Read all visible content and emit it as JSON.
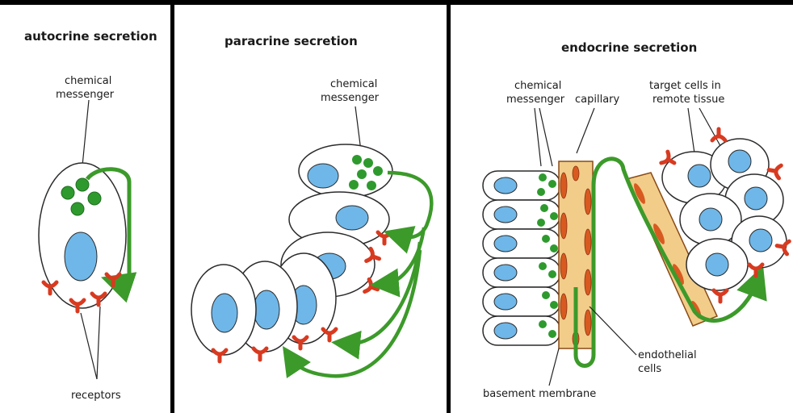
{
  "panels": {
    "autocrine": {
      "title": "autocrine secretion",
      "messenger_line1": "chemical",
      "messenger_line2": "messenger",
      "receptors": "receptors"
    },
    "paracrine": {
      "title": "paracrine secretion",
      "messenger_line1": "chemical",
      "messenger_line2": "messenger"
    },
    "endocrine": {
      "title": "endocrine secretion",
      "messenger_line1": "chemical",
      "messenger_line2": "messenger",
      "capillary": "capillary",
      "target_line1": "target cells in",
      "target_line2": "remote tissue",
      "endothelial_line1": "endothelial",
      "endothelial_line2": "cells",
      "basement": "basement membrane"
    }
  },
  "colors": {
    "border": "#000000",
    "cell_outline": "#2b2b2b",
    "nucleus": "#6fb7e8",
    "messenger": "#2e9a2e",
    "arrow": "#3c9a2a",
    "receptor": "#d83a20",
    "capillary_fill": "#f2cd8a",
    "capillary_cells": "#d85a20"
  }
}
